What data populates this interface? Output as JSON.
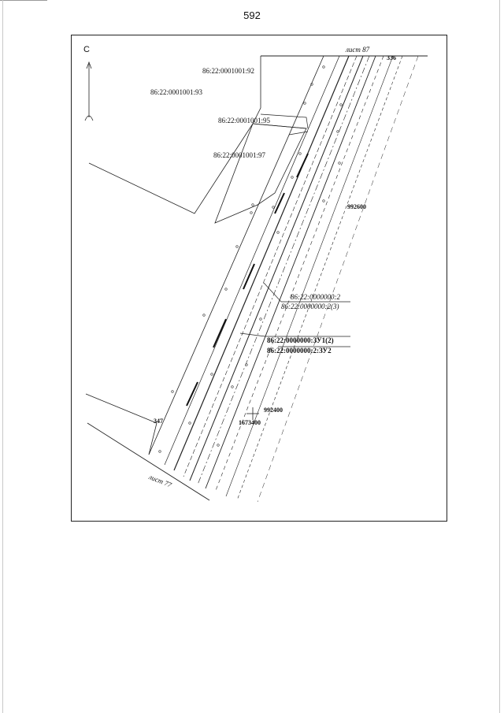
{
  "page": {
    "number": "592"
  },
  "compass": {
    "north": "С"
  },
  "sheets": {
    "top": "лист 87",
    "bottom": "лист 77"
  },
  "parcels": {
    "p92": "86:22:0001001:92",
    "p93": "86:22:0001001:93",
    "p95": "86:22:0001001:95",
    "p97": "86:22:0001001:97",
    "road_2": "86:22:0000000:2",
    "road_2_3": "86:22:0000000:2(3)",
    "zu1": "86:22:0000000:ЗУ1(2)",
    "zu2": "86:22:0000000:2:ЗУ2"
  },
  "grid": {
    "x_top": "992600",
    "x_cross": "992400",
    "y_cross": "1673400"
  },
  "points": {
    "p336": "336",
    "p347": "347"
  },
  "colors": {
    "line": "#1a1a1a",
    "frame": "#222222"
  }
}
